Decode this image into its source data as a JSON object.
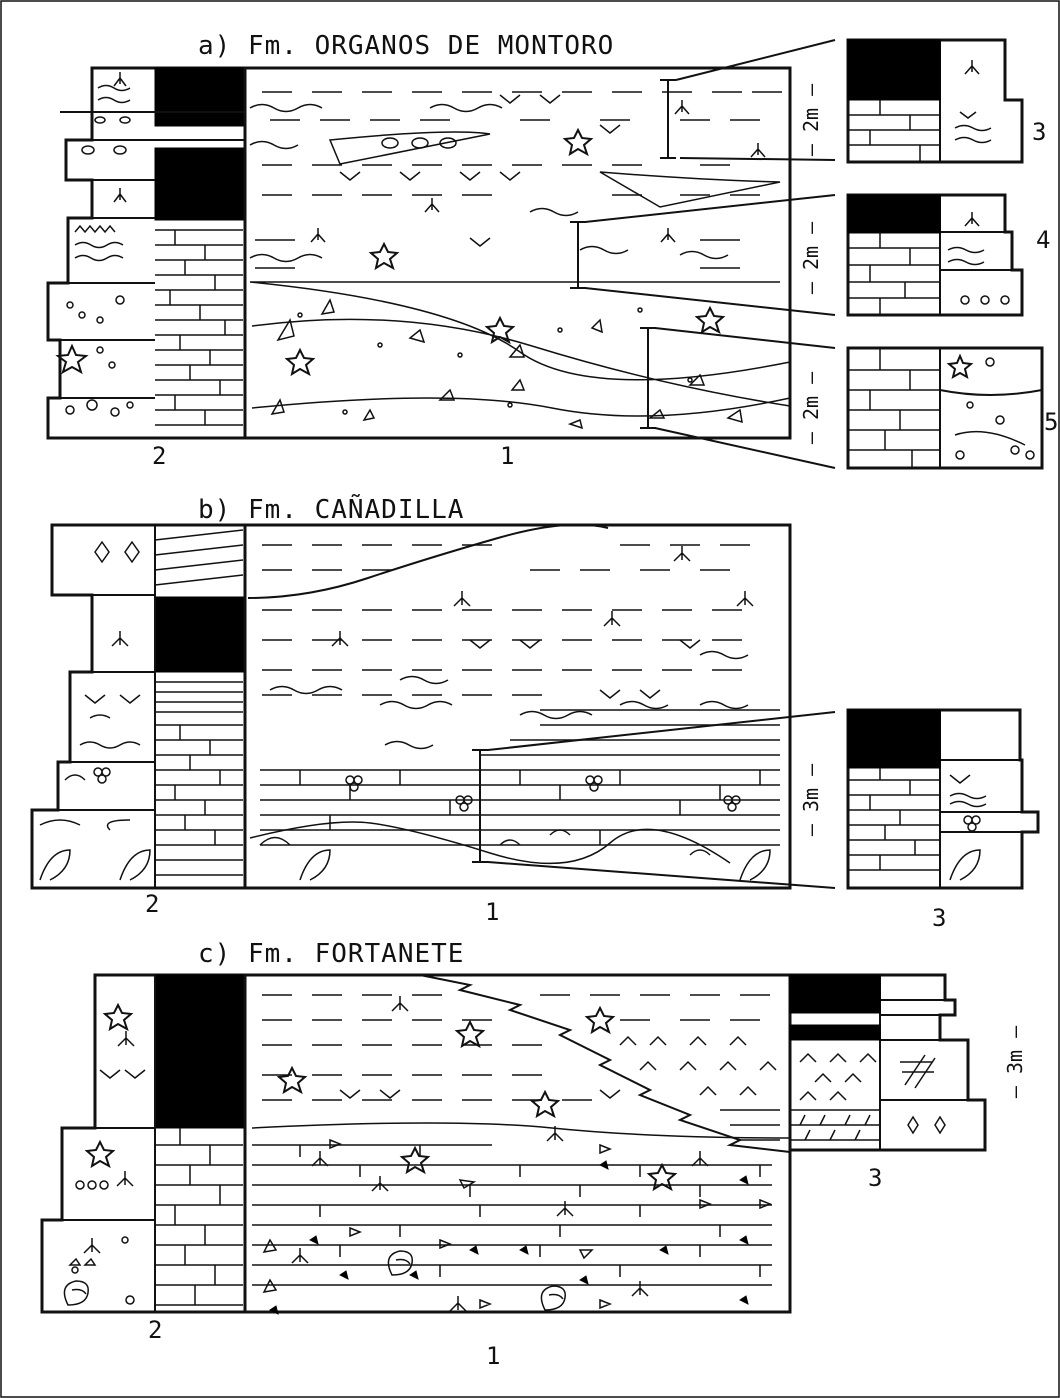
{
  "panels": [
    {
      "title": "a)  Fm. ORGANOS DE MONTORO",
      "label_col": "2",
      "label_main": "1",
      "insets": [
        {
          "number": "3",
          "scale": "– 2m –"
        },
        {
          "number": "4",
          "scale": "– 2m –"
        },
        {
          "number": "5",
          "scale": "– 2m –"
        }
      ]
    },
    {
      "title": "b)  Fm. CAÑADILLA",
      "label_col": "2",
      "label_main": "1",
      "insets": [
        {
          "number": "3",
          "scale": "– 3m –"
        }
      ]
    },
    {
      "title": "c)  Fm. FORTANETE",
      "label_col": "2",
      "label_main": "1",
      "insets": [
        {
          "number": "3",
          "scale": "– 3m –"
        }
      ]
    }
  ],
  "symbols": {
    "rootlets": "rootlet-symbol",
    "star": "star-fossil-symbol",
    "clasts": "clast-symbol",
    "ooids": "ooid-symbol",
    "ripples": "wavy-lamination-symbol",
    "mudcracks": "mudcrack-symbol",
    "gastropod": "gastropod-symbol",
    "oncoids": "oncoid-symbol",
    "gypsum": "gypsum-symbol"
  }
}
